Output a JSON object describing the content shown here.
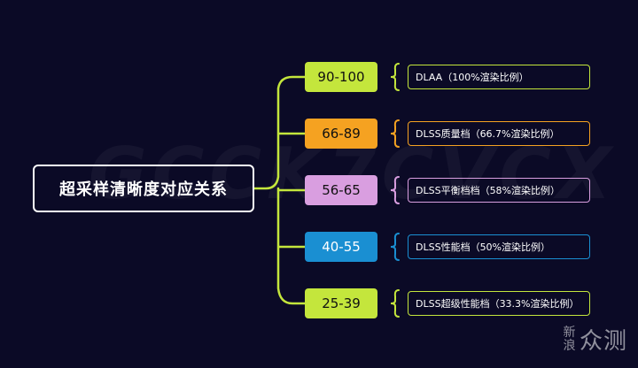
{
  "watermark": "GCCK7CVCX",
  "root": {
    "label": "超采样清晰度对应关系"
  },
  "rows": [
    {
      "range": "90-100",
      "mode": "DLAA（100%渲染比例）",
      "color": "#c4e63c",
      "text_color": "#111111"
    },
    {
      "range": "66-89",
      "mode": "DLSS质量档（66.7%渲染比例）",
      "color": "#f5a221",
      "text_color": "#111111"
    },
    {
      "range": "56-65",
      "mode": "DLSS平衡档档（58%渲染比例）",
      "color": "#d99ee0",
      "text_color": "#111111"
    },
    {
      "range": "40-55",
      "mode": "DLSS性能档（50%渲染比例）",
      "color": "#1a8fd2",
      "text_color": "#ffffff"
    },
    {
      "range": "25-39",
      "mode": "DLSS超级性能档（33.3%渲染比例）",
      "color": "#c4e63c",
      "text_color": "#111111"
    }
  ],
  "logo": {
    "line1": "新",
    "line2": "浪",
    "brand": "众测"
  }
}
